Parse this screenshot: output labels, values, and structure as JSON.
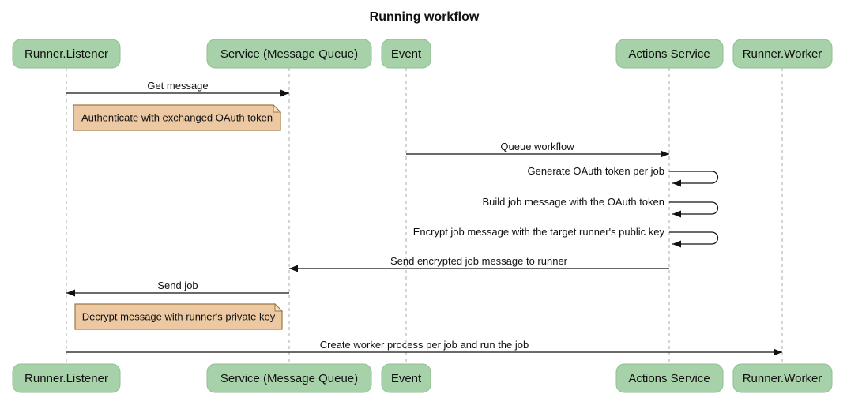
{
  "title": "Running workflow",
  "participants": [
    {
      "label": "Runner.Listener"
    },
    {
      "label": "Service (Message Queue)"
    },
    {
      "label": "Event"
    },
    {
      "label": "Actions Service"
    },
    {
      "label": "Runner.Worker"
    }
  ],
  "messages": [
    {
      "label": "Get message",
      "from": "Runner.Listener",
      "to": "Service (Message Queue)",
      "kind": "arrow"
    },
    {
      "label": "Queue workflow",
      "from": "Event",
      "to": "Actions Service",
      "kind": "arrow"
    },
    {
      "label": "Generate OAuth token per job",
      "from": "Actions Service",
      "to": "Actions Service",
      "kind": "self"
    },
    {
      "label": "Build job message with the OAuth token",
      "from": "Actions Service",
      "to": "Actions Service",
      "kind": "self"
    },
    {
      "label": "Encrypt job message with the target runner's public key",
      "from": "Actions Service",
      "to": "Actions Service",
      "kind": "self"
    },
    {
      "label": "Send encrypted job message to runner",
      "from": "Actions Service",
      "to": "Service (Message Queue)",
      "kind": "arrow"
    },
    {
      "label": "Send job",
      "from": "Service (Message Queue)",
      "to": "Runner.Listener",
      "kind": "arrow"
    },
    {
      "label": "Create worker process per job and run the job",
      "from": "Runner.Listener",
      "to": "Runner.Worker",
      "kind": "arrow"
    }
  ],
  "notes": [
    {
      "label": "Authenticate with exchanged OAuth token"
    },
    {
      "label": "Decrypt message with runner's private key"
    }
  ],
  "colors": {
    "actor_fill": "#a7d2a9",
    "actor_border": "#8fbf94",
    "note_fill": "#ecc9a3",
    "note_border": "#9f7840",
    "lifeline": "#ababab",
    "arrow": "#111111"
  }
}
